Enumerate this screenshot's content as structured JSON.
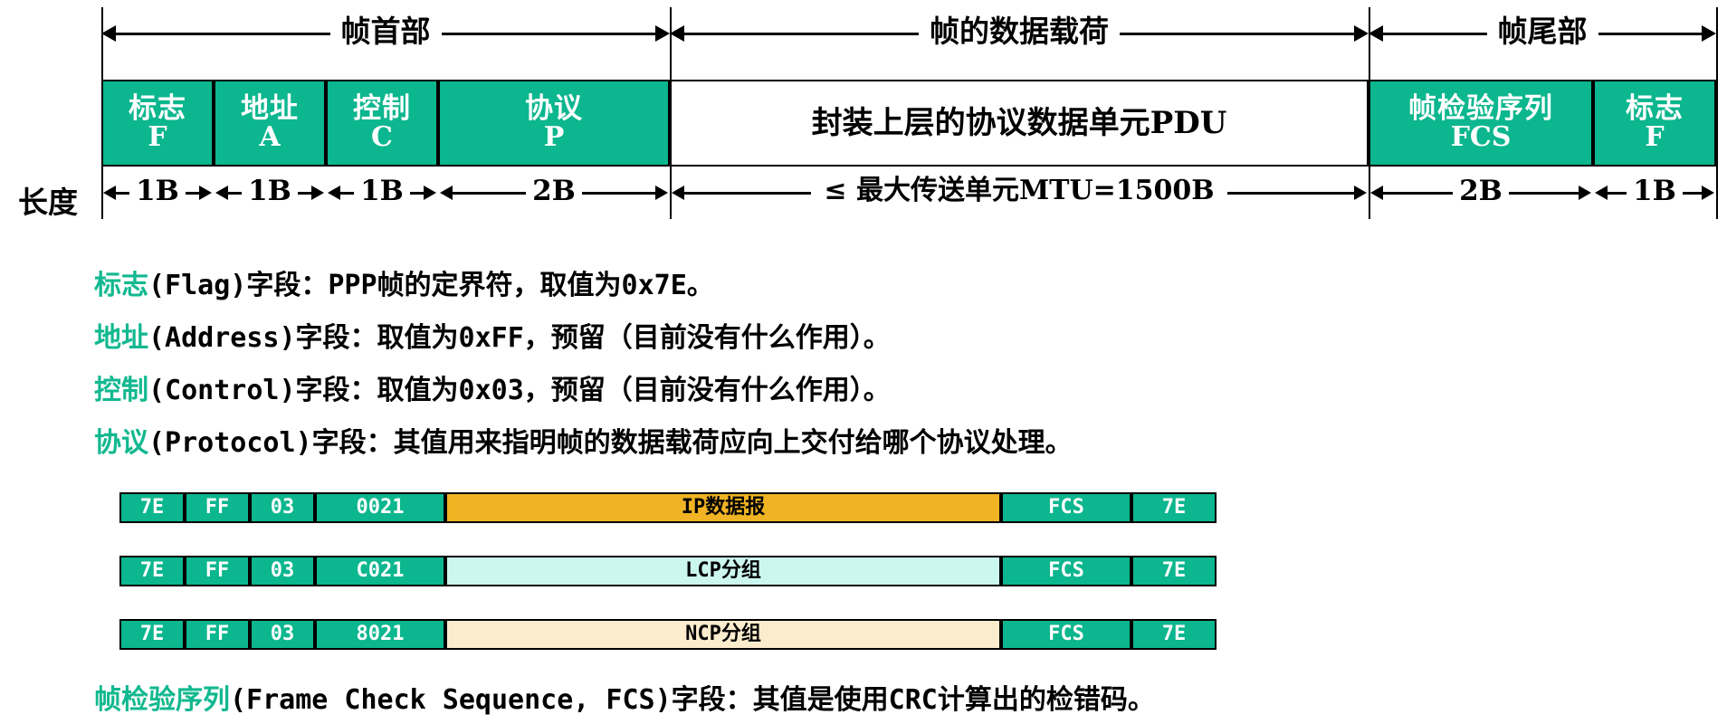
{
  "frame_diagram": {
    "brackets": [
      {
        "label": "帧首部"
      },
      {
        "label": "帧的数据载荷"
      },
      {
        "label": "帧尾部"
      }
    ],
    "fields": [
      {
        "cn": "标志",
        "en": "F"
      },
      {
        "cn": "地址",
        "en": "A"
      },
      {
        "cn": "控制",
        "en": "C"
      },
      {
        "cn": "协议",
        "en": "P"
      },
      {
        "cn": "封装上层的协议数据单元PDU",
        "en": ""
      },
      {
        "cn": "帧检验序列",
        "en": "FCS"
      },
      {
        "cn": "标志",
        "en": "F"
      }
    ],
    "length_row": {
      "label": "长度",
      "values": [
        "1B",
        "1B",
        "1B",
        "2B",
        "≤ 最大传送单元MTU=1500B",
        "2B",
        "1B"
      ]
    }
  },
  "descriptions": [
    {
      "keyword": "标志",
      "rest": "(Flag)字段：PPP帧的定界符，取值为0x7E。"
    },
    {
      "keyword": "地址",
      "rest": "(Address)字段：取值为0xFF，预留（目前没有什么作用）。"
    },
    {
      "keyword": "控制",
      "rest": "(Control)字段：取值为0x03，预留（目前没有什么作用）。"
    },
    {
      "keyword": "协议",
      "rest": "(Protocol)字段：其值用来指明帧的数据载荷应向上交付给哪个协议处理。"
    }
  ],
  "footer": {
    "keyword": "帧检验序列",
    "rest": "(Frame Check Sequence, FCS)字段：其值是使用CRC计算出的检错码。"
  },
  "example_bars": [
    {
      "name": "ip-datagram-bar",
      "payload_style": "ip",
      "cells": [
        "7E",
        "FF",
        "03",
        "0021",
        "IP数据报",
        "FCS",
        "7E"
      ]
    },
    {
      "name": "lcp-packet-bar",
      "payload_style": "lcp",
      "cells": [
        "7E",
        "FF",
        "03",
        "C021",
        "LCP分组",
        "FCS",
        "7E"
      ]
    },
    {
      "name": "ncp-packet-bar",
      "payload_style": "ncp",
      "cells": [
        "7E",
        "FF",
        "03",
        "8021",
        "NCP分组",
        "FCS",
        "7E"
      ]
    }
  ],
  "colors": {
    "green": "#0cb68e",
    "keyword_green": "#12b88f",
    "ip_orange": "#f0b323",
    "lcp_cyan": "#ccf7ef",
    "ncp_cream": "#fbeccd",
    "line": "#000000"
  }
}
